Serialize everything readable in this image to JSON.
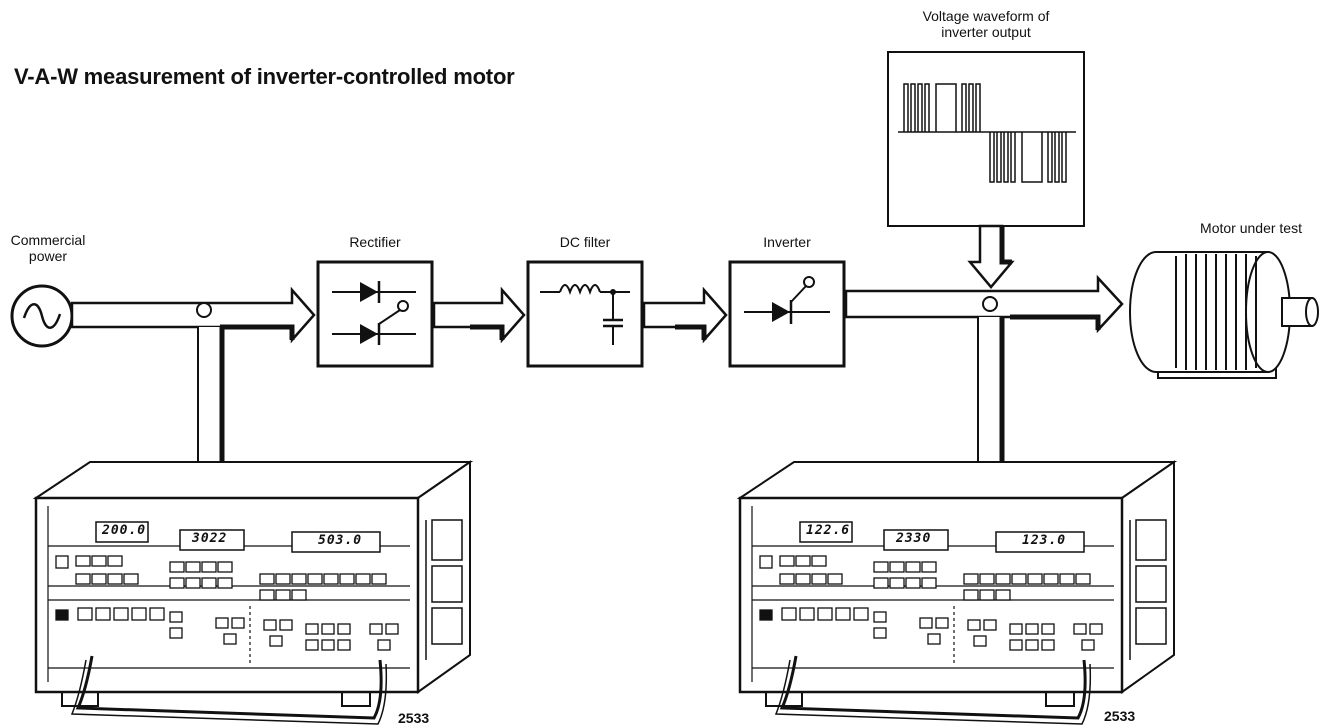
{
  "title": "V-A-W measurement of inverter-controlled motor",
  "labels": {
    "commercial_power_line1": "Commercial",
    "commercial_power_line2": "power",
    "rectifier": "Rectifier",
    "dc_filter": "DC filter",
    "inverter": "Inverter",
    "waveform_line1": "Voltage waveform of",
    "waveform_line2": "inverter output",
    "motor": "Motor under test"
  },
  "instruments": [
    {
      "model": "2533",
      "displays": [
        "200.0",
        "3022",
        "503.0"
      ]
    },
    {
      "model": "2533",
      "displays": [
        "122.6",
        "2330",
        "123.0"
      ]
    }
  ]
}
